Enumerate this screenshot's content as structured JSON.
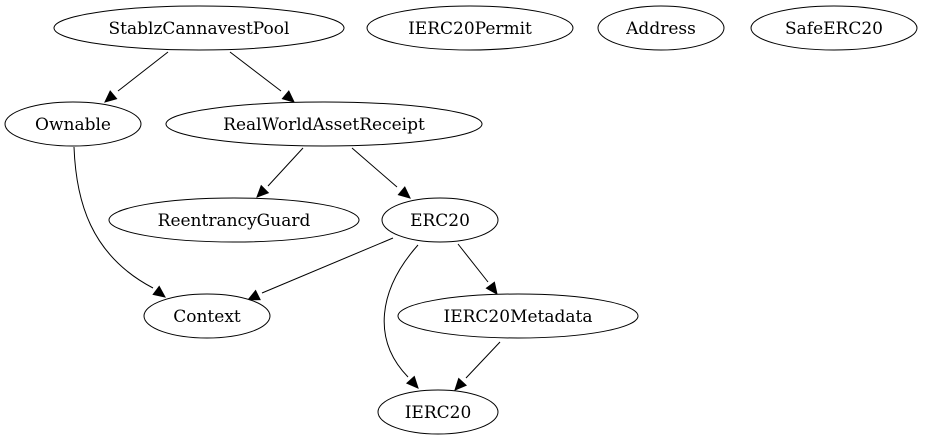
{
  "graph": {
    "nodes": [
      {
        "id": "stablz",
        "label": "StablzCannavestPool"
      },
      {
        "id": "ierc20permit",
        "label": "IERC20Permit"
      },
      {
        "id": "address",
        "label": "Address"
      },
      {
        "id": "safeerc20",
        "label": "SafeERC20"
      },
      {
        "id": "ownable",
        "label": "Ownable"
      },
      {
        "id": "rwar",
        "label": "RealWorldAssetReceipt"
      },
      {
        "id": "reentrancy",
        "label": "ReentrancyGuard"
      },
      {
        "id": "erc20",
        "label": "ERC20"
      },
      {
        "id": "context",
        "label": "Context"
      },
      {
        "id": "metadata",
        "label": "IERC20Metadata"
      },
      {
        "id": "ierc20",
        "label": "IERC20"
      }
    ],
    "edges": [
      {
        "from": "stablz",
        "to": "ownable"
      },
      {
        "from": "stablz",
        "to": "rwar"
      },
      {
        "from": "ownable",
        "to": "context"
      },
      {
        "from": "rwar",
        "to": "reentrancy"
      },
      {
        "from": "rwar",
        "to": "erc20"
      },
      {
        "from": "erc20",
        "to": "context"
      },
      {
        "from": "erc20",
        "to": "metadata"
      },
      {
        "from": "erc20",
        "to": "ierc20"
      },
      {
        "from": "metadata",
        "to": "ierc20"
      }
    ]
  }
}
